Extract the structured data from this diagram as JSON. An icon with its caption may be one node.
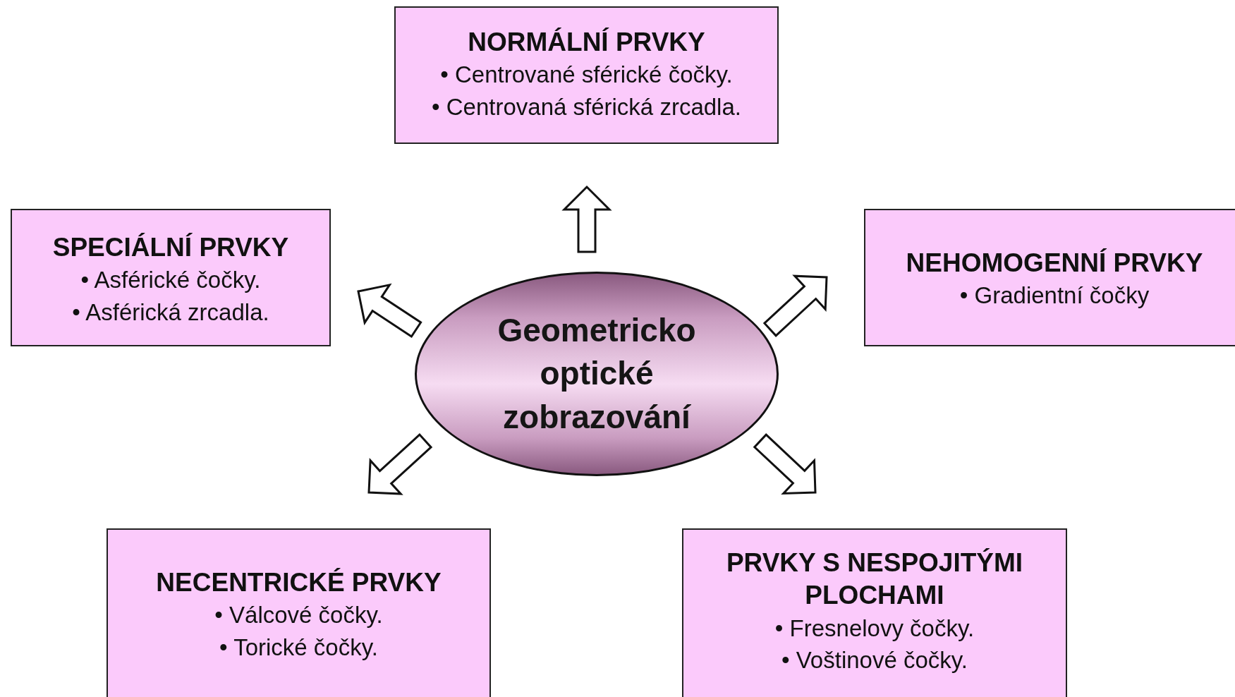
{
  "diagram": {
    "nodes": [
      {
        "text": [
          "NORMÁLNÍ PRVKY",
          "• Centrované sférické čočky.",
          "• Centrovaná sférická zrcadla."
        ]
      },
      {
        "text": [
          "SPECIÁLNÍ PRVKY",
          "• Asférické čočky.",
          "• Asférická zrcadla."
        ]
      },
      {
        "text": [
          "NEHOMOGENNÍ PRVKY",
          "• Gradientní čočky"
        ]
      },
      {
        "text": [
          "Geometricko optické zobrazování"
        ]
      },
      {
        "text": [
          "NECENTRICKÉ PRVKY",
          "• Válcové čočky.",
          "• Torické čočky."
        ]
      },
      {
        "text": [
          "PRVKY S NESPOJITÝMI PLOCHAMI",
          "• Fresnelovy čočky.",
          "• Voštinové čočky."
        ]
      }
    ],
    "edges": [
      {
        "from": 3,
        "to": 0,
        "arrow": "to"
      },
      {
        "from": 3,
        "to": 1,
        "arrow": "to"
      },
      {
        "from": 3,
        "to": 2,
        "arrow": "to"
      },
      {
        "from": 3,
        "to": 4,
        "arrow": "to"
      },
      {
        "from": 3,
        "to": 5,
        "arrow": "to"
      }
    ]
  }
}
